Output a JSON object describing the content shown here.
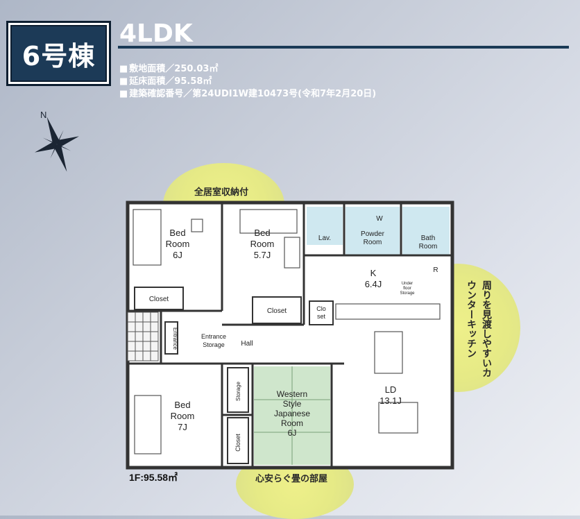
{
  "header": {
    "building_label": "6号棟",
    "layout_type": "4LDK",
    "specs": [
      "敷地面積／250.03㎡",
      "延床面積／95.58㎡",
      "建築確認番号／第24UDI1W建10473号(令和7年2月20日)"
    ]
  },
  "compass": {
    "north_label": "N"
  },
  "callouts": {
    "storage": "全居室収納付",
    "kitchen": "周りを見渡しやすいカウンターキッチン",
    "tatami": "心安らぐ畳の部屋"
  },
  "floor_area": "1F:95.58㎡",
  "rooms": {
    "bedroom_1": [
      "Bed",
      "Room",
      "6J"
    ],
    "bedroom_2": [
      "Bed",
      "Room",
      "5.7J"
    ],
    "bedroom_3": [
      "Bed",
      "Room",
      "7J"
    ],
    "lav": "Lav.",
    "powder_room": [
      "Powder",
      "Room"
    ],
    "bath_room": [
      "Bath",
      "Room"
    ],
    "kitchen": [
      "K",
      "6.4J"
    ],
    "under_floor_storage": [
      "Under",
      "floor",
      "Storage"
    ],
    "closet_1": "Closet",
    "closet_2": "Closet",
    "closet_3": "Closet",
    "kitchen_closet": [
      "Clo",
      "set"
    ],
    "entrance_storage": [
      "Entrance",
      "Storage"
    ],
    "hall": "Hall",
    "entrance": "Entrance",
    "storage": "Storage",
    "western_room": [
      "Western",
      "Style",
      "Japanese",
      "Room",
      "6J"
    ],
    "ld": [
      "LD",
      "13.1J"
    ],
    "washer": "W",
    "fridge": "R"
  },
  "colors": {
    "badge_bg": "#1c3a57",
    "rule": "#1a3a56",
    "wet_area": "#cfe8f0",
    "tatami": "#cfe6cc",
    "callout": "#e8eb86"
  }
}
